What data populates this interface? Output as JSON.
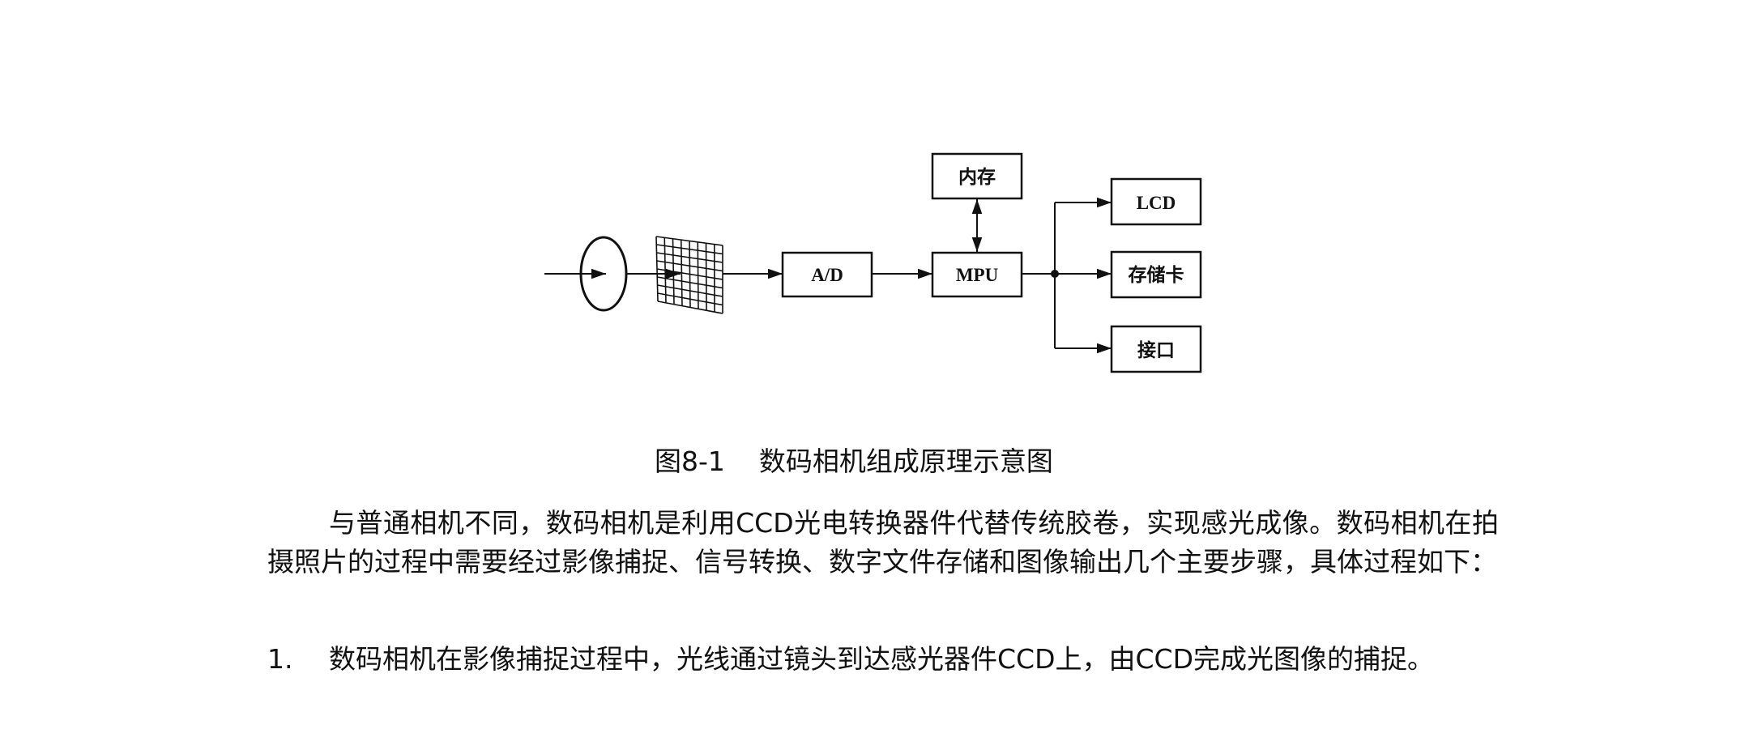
{
  "figure": {
    "caption": "图8-1    数码相机组成原理示意图",
    "boxes": {
      "memory": "内存",
      "ad": "A/D",
      "mpu": "MPU",
      "lcd": "LCD",
      "card": "存储卡",
      "port": "接口"
    }
  },
  "body": {
    "paragraph1": "与普通相机不同，数码相机是利用CCD光电转换器件代替传统胶卷，实现感光成像。数码相机在拍摄照片的过程中需要经过影像捕捉、信号转换、数字文件存储和图像输出几个主要步骤，具体过程如下：",
    "item1_number": "1.",
    "item1_text": "数码相机在影像捕捉过程中，光线通过镜头到达感光器件CCD上，由CCD完成光图像的捕捉。"
  }
}
